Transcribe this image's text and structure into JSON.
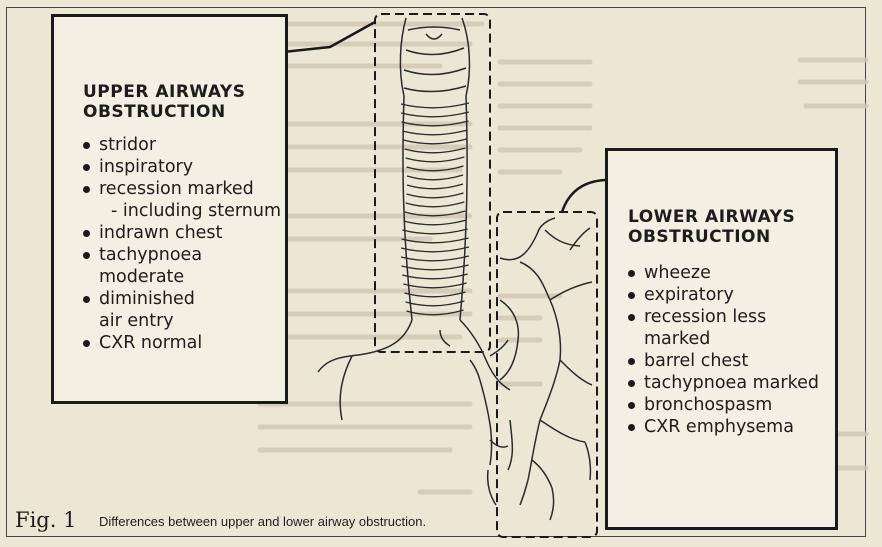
{
  "upper_box": {
    "heading": "UPPER AIRWAYS\nOBSTRUCTION",
    "items": [
      {
        "text": "stridor",
        "bullet": true
      },
      {
        "text": "inspiratory",
        "bullet": true
      },
      {
        "text": "recession marked",
        "bullet": true
      },
      {
        "text": "- including sternum",
        "bullet": false
      },
      {
        "text": "indrawn chest",
        "bullet": true
      },
      {
        "text": "tachypnoea\nmoderate",
        "bullet": true
      },
      {
        "text": "diminished\nair entry",
        "bullet": true
      },
      {
        "text": "CXR normal",
        "bullet": true
      }
    ]
  },
  "lower_box": {
    "heading": "LOWER AIRWAYS\nOBSTRUCTION",
    "items": [
      {
        "text": "wheeze",
        "bullet": true
      },
      {
        "text": "expiratory",
        "bullet": true
      },
      {
        "text": "recession less\nmarked",
        "bullet": true
      },
      {
        "text": "barrel chest",
        "bullet": true
      },
      {
        "text": "tachypnoea marked",
        "bullet": true
      },
      {
        "text": "bronchospasm",
        "bullet": true
      },
      {
        "text": "CXR emphysema",
        "bullet": true
      }
    ]
  },
  "figure": {
    "label": "Fig. 1",
    "caption": "Differences between upper and lower airway obstruction."
  },
  "colors": {
    "paper": "#ece6d5",
    "ink": "#1a1a1a",
    "bleed_through": "#c9c0ad"
  }
}
